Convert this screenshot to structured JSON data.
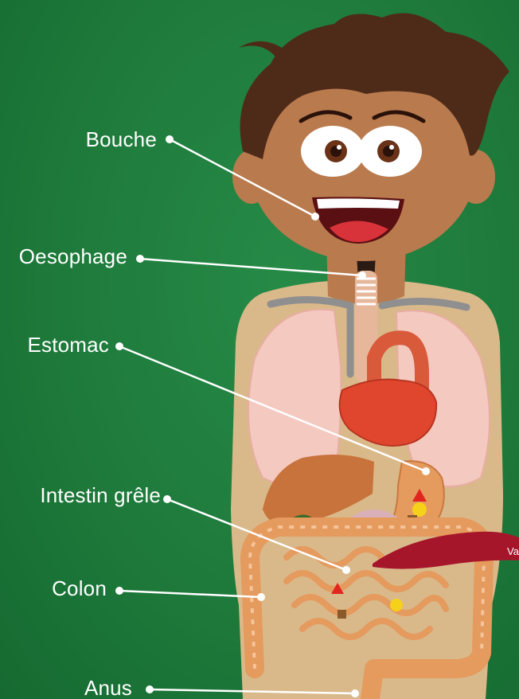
{
  "labels": {
    "bouche": "Bouche",
    "oesophage": "Oesophage",
    "estomac": "Estomac",
    "intestin": "Intestin grêle",
    "colon": "Colon",
    "anus": "Anus"
  },
  "sign_fragment": "Va",
  "colors": {
    "board": "#1f7a3c",
    "skin": "#b97a4e",
    "torso": "#d9b98a",
    "hair": "#4e2a18",
    "lung": "#f3c9c0",
    "heart": "#e0462e",
    "liver": "#c9733c",
    "intestine": "#e59a5e",
    "leader_line": "#ffffff"
  }
}
